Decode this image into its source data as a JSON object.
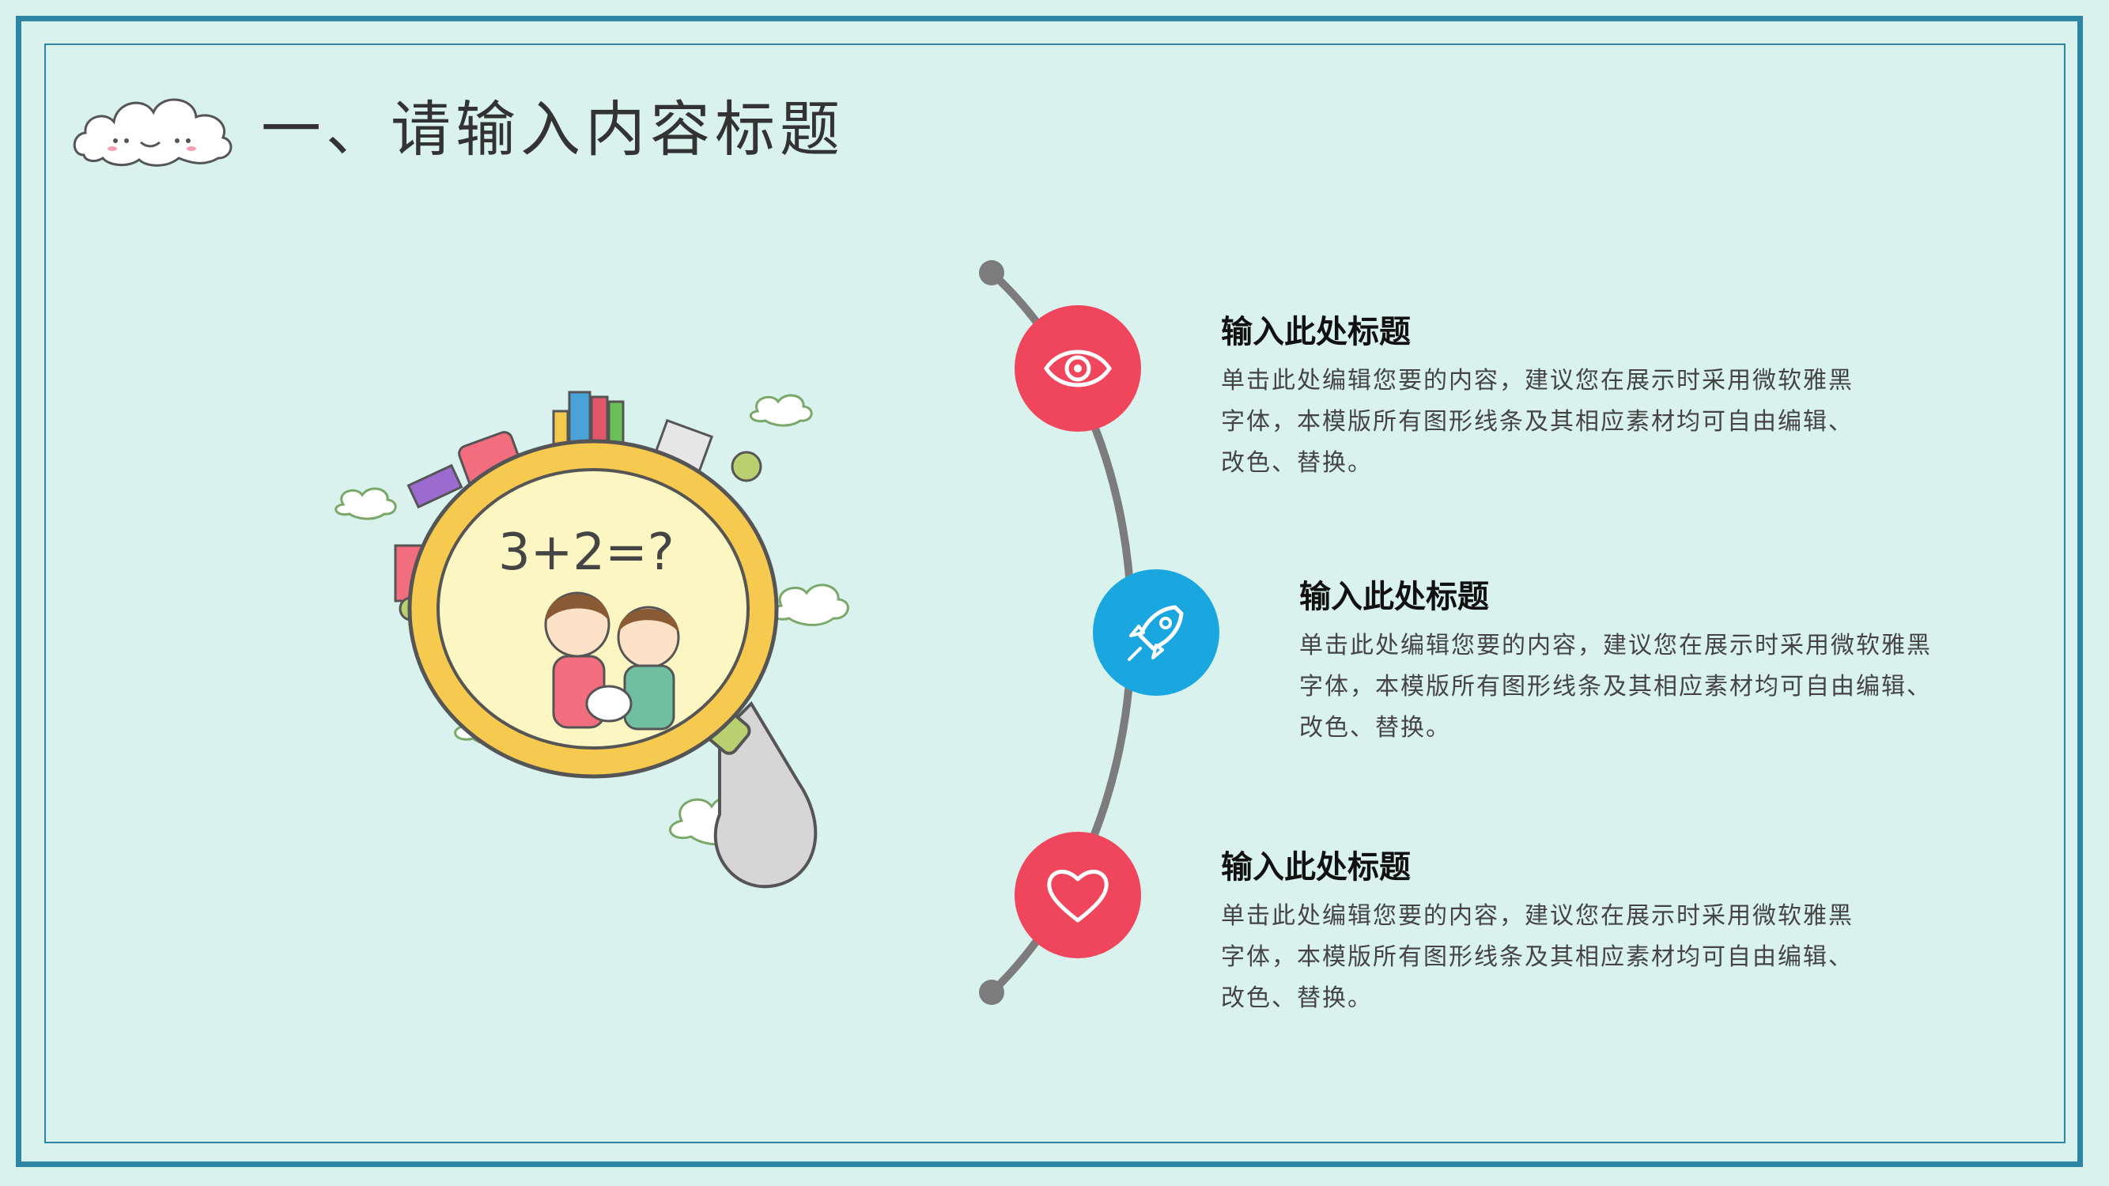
{
  "header": {
    "title": "一、请输入内容标题"
  },
  "timeline": {
    "items": [
      {
        "icon": "eye-icon",
        "color": "#f0465d",
        "title": "输入此处标题",
        "body": "单击此处编辑您要的内容，建议您在展示时采用微软雅黑字体，本模版所有图形线条及其相应素材均可自由编辑、改色、替换。"
      },
      {
        "icon": "rocket-icon",
        "color": "#1aa7e0",
        "title": "输入此处标题",
        "body": "单击此处编辑您要的内容，建议您在展示时采用微软雅黑字体，本模版所有图形线条及其相应素材均可自由编辑、改色、替换。"
      },
      {
        "icon": "heart-icon",
        "color": "#f0465d",
        "title": "输入此处标题",
        "body": "单击此处编辑您要的内容，建议您在展示时采用微软雅黑字体，本模版所有图形线条及其相应素材均可自由编辑、改色、替换。"
      }
    ]
  },
  "illustration": {
    "equation": "3+2=?"
  },
  "colors": {
    "background": "#d9f2ee",
    "frame": "#2d86a6",
    "accent_red": "#f0465d",
    "accent_blue": "#1aa7e0"
  }
}
